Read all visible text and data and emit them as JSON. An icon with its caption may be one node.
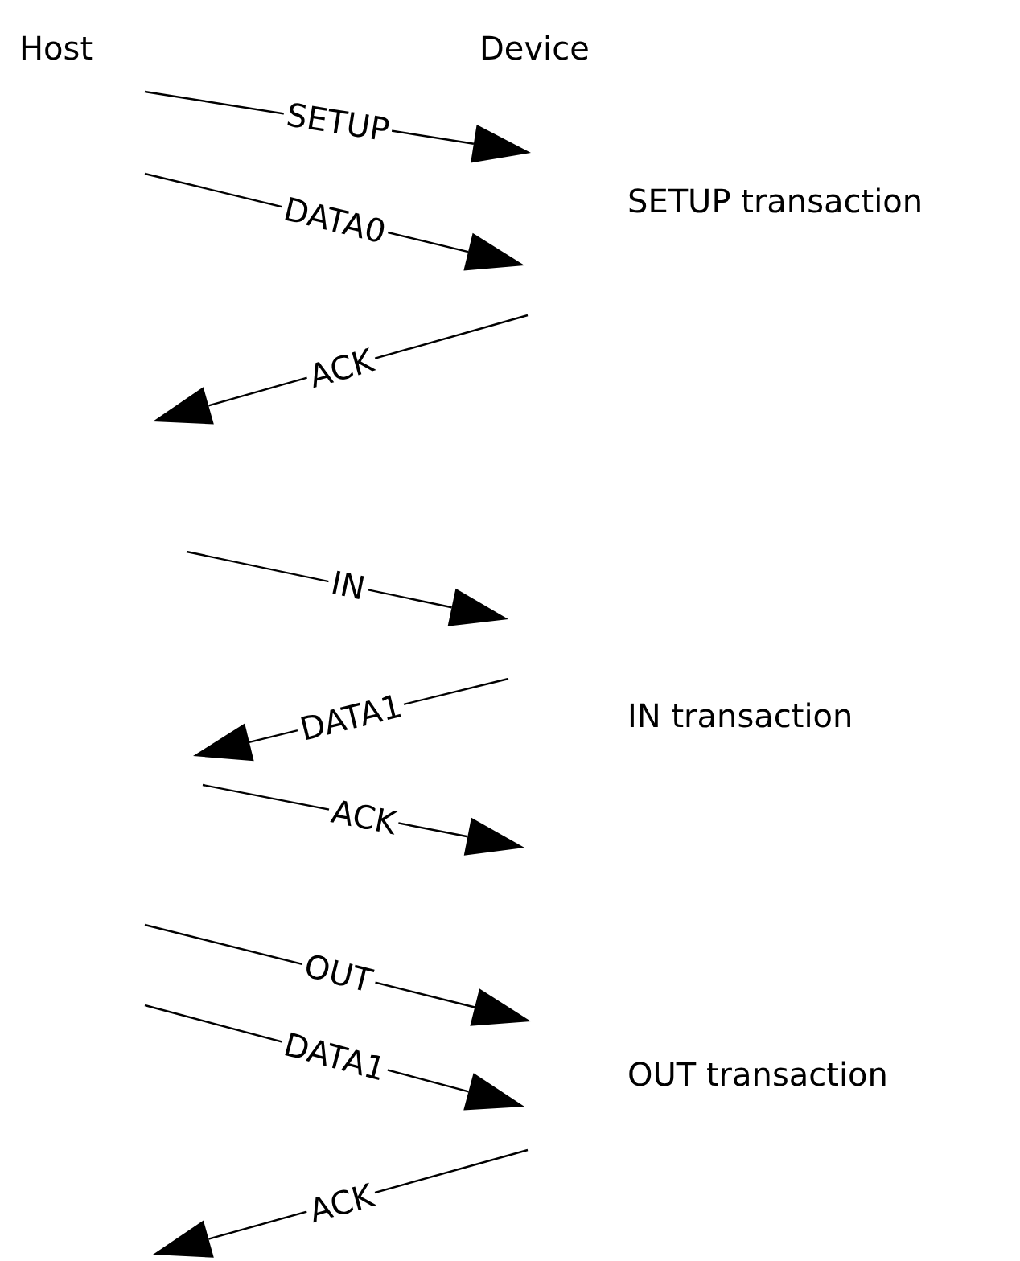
{
  "diagram": {
    "labels": [
      "Host",
      "Device",
      "SETUP",
      "DATA0",
      "SETUP transaction",
      "ACK",
      "IN",
      "DATA1",
      "IN transaction",
      "ACK",
      "OUT",
      "DATA1",
      "OUT transaction",
      "ACK"
    ]
  }
}
